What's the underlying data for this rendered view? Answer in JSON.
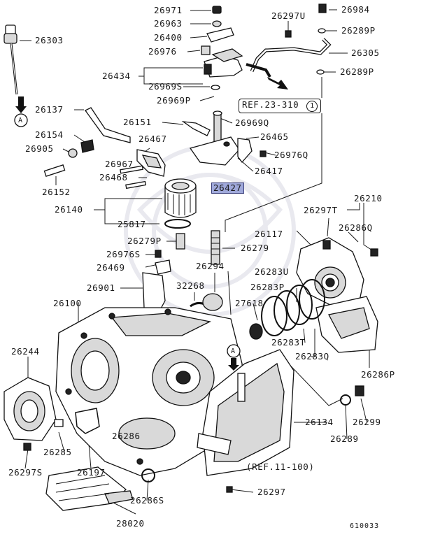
{
  "diagram_id": "610033",
  "highlighted_part": "26427",
  "refs": {
    "ref_23_310": "REF.23-310",
    "ref_23_310_circle": "1",
    "ref_11_100": "(REF.11-100)",
    "marker_a": "A"
  },
  "parts": {
    "p26971": "26971",
    "p26963": "26963",
    "p26400": "26400",
    "p26976": "26976",
    "p26434": "26434",
    "p26969s": "26969S",
    "p26969p": "26969P",
    "p26297u": "26297U",
    "p26984": "26984",
    "p26289p_top": "26289P",
    "p26305": "26305",
    "p26289p_mid": "26289P",
    "p26303": "26303",
    "p26137": "26137",
    "p26151": "26151",
    "p26969q": "26969Q",
    "p26154": "26154",
    "p26467": "26467",
    "p26465": "26465",
    "p26905": "26905",
    "p26976q": "26976Q",
    "p26967": "26967",
    "p26417": "26417",
    "p26468": "26468",
    "p26427": "26427",
    "p26152": "26152",
    "p26210": "26210",
    "p26140": "26140",
    "p26297t": "26297T",
    "p26286q": "26286Q",
    "p25817": "25817",
    "p26117": "26117",
    "p26279p": "26279P",
    "p26279": "26279",
    "p26976s": "26976S",
    "p26283u": "26283U",
    "p26469": "26469",
    "p26294": "26294",
    "p26283p": "26283P",
    "p26901": "26901",
    "p32268": "32268",
    "p26100": "26100",
    "p27618": "27618",
    "p26283t": "26283T",
    "p26283q": "26283Q",
    "p26244": "26244",
    "p26286p": "26286P",
    "p26134": "26134",
    "p26299": "26299",
    "p26286": "26286",
    "p26289": "26289",
    "p26285": "26285",
    "p26297s": "26297S",
    "p26197": "26197",
    "p26297": "26297",
    "p26286s": "26286S",
    "p28020": "28020"
  }
}
